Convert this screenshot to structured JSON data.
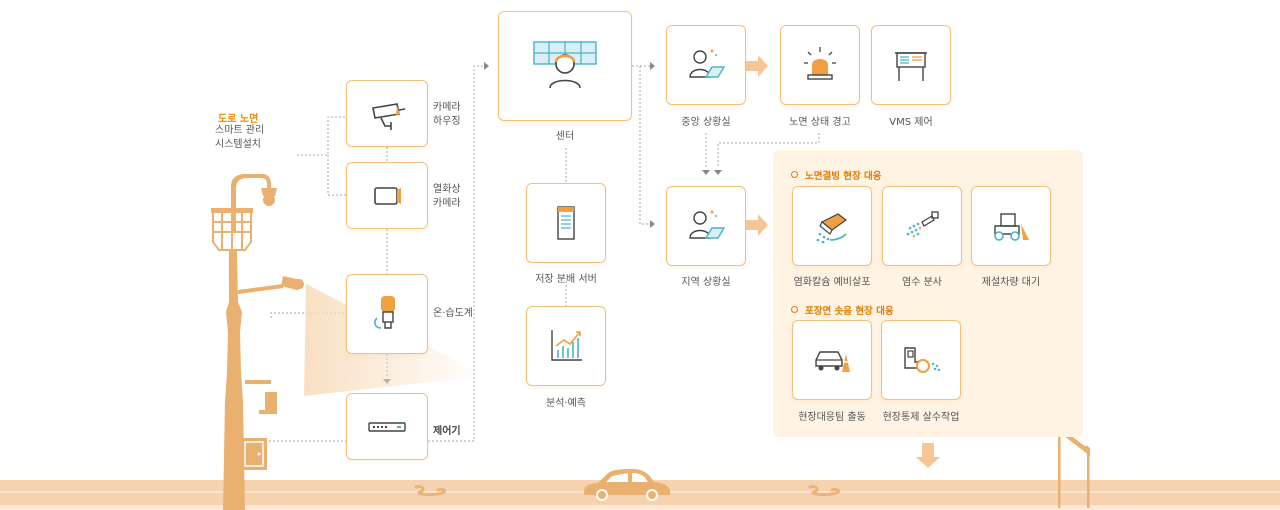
{
  "system_title": {
    "line1": "도로 노면",
    "line2": "스마트 관리",
    "line3": "시스템설치"
  },
  "devices": {
    "camera_housing": "카메라\n하우징",
    "thermal_camera": "열화상\n카메라",
    "thermo_hygrometer": "온·습도계",
    "controller": "제어기"
  },
  "center": {
    "label": "센터"
  },
  "storage_server": {
    "label": "저장 분배 서버"
  },
  "analysis": {
    "label": "분석·예측"
  },
  "central_room": {
    "label": "중앙 상황실"
  },
  "surface_warning": {
    "label": "노면 상태 경고"
  },
  "vms_control": {
    "label": "VMS 제어"
  },
  "regional_room": {
    "label": "지역 상황실"
  },
  "freeze_response": {
    "title": "노면결빙 현장 대응",
    "items": [
      {
        "label": "염화칼슘 예비살포",
        "icon": "spreader-icon"
      },
      {
        "label": "염수 분사",
        "icon": "brine-spray-icon"
      },
      {
        "label": "제설차량 대기",
        "icon": "snowplow-icon"
      }
    ]
  },
  "pothole_response": {
    "title": "포장면 솟음 현장 대응",
    "items": [
      {
        "label": "현장대응팀 출동",
        "icon": "response-team-car-icon"
      },
      {
        "label": "현장통제 살수작업",
        "icon": "water-truck-icon"
      }
    ]
  },
  "colors": {
    "accent": "#f08a00",
    "pole": "#eab070",
    "road": "#f6d3ae",
    "panel": "#fff3e4",
    "box_border": "#f3c07a"
  }
}
